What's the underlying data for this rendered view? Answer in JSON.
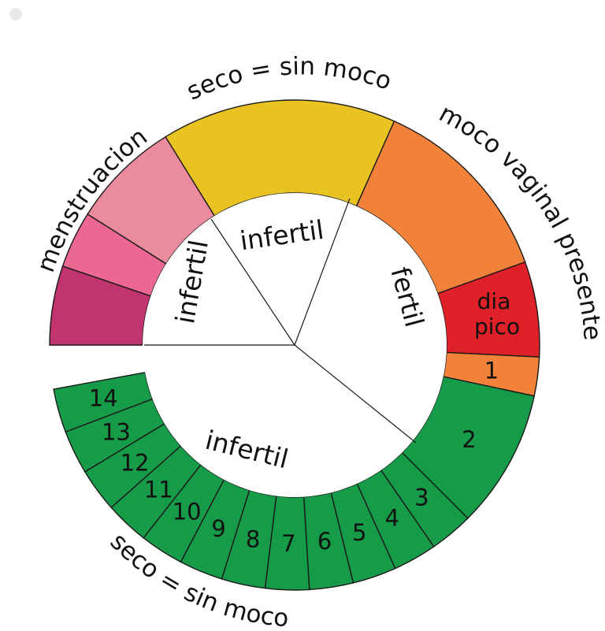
{
  "diagram": {
    "outer_labels": {
      "top": "seco = sin moco",
      "left": "menstruacion",
      "right": "moco vaginal presente",
      "bottom": "seco = sin moco"
    },
    "inner_labels": {
      "top": "infertil",
      "left": "infertil",
      "right": "fertil",
      "bottom": "infertil"
    },
    "peak_day": [
      "dia",
      "pico"
    ],
    "segments": [
      {
        "name": "menstruation-1",
        "color": "#c2346f"
      },
      {
        "name": "menstruation-2",
        "color": "#ec6893"
      },
      {
        "name": "menstruation-3",
        "color": "#eb8c9e"
      },
      {
        "name": "dry-top",
        "color": "#e8c322"
      },
      {
        "name": "mucus",
        "color": "#f2823a"
      },
      {
        "name": "peak-day",
        "color": "#de2028"
      },
      {
        "name": "post-peak-1",
        "color": "#f2823a",
        "label": "1"
      },
      {
        "name": "dry-2",
        "color": "#169b48",
        "label": "2"
      },
      {
        "name": "dry-3",
        "color": "#169b48",
        "label": "3"
      },
      {
        "name": "dry-4",
        "color": "#169b48",
        "label": "4"
      },
      {
        "name": "dry-5",
        "color": "#169b48",
        "label": "5"
      },
      {
        "name": "dry-6",
        "color": "#169b48",
        "label": "6"
      },
      {
        "name": "dry-7",
        "color": "#169b48",
        "label": "7"
      },
      {
        "name": "dry-8",
        "color": "#169b48",
        "label": "8"
      },
      {
        "name": "dry-9",
        "color": "#169b48",
        "label": "9"
      },
      {
        "name": "dry-10",
        "color": "#169b48",
        "label": "10"
      },
      {
        "name": "dry-11",
        "color": "#169b48",
        "label": "11"
      },
      {
        "name": "dry-12",
        "color": "#169b48",
        "label": "12"
      },
      {
        "name": "dry-13",
        "color": "#169b48",
        "label": "13"
      },
      {
        "name": "dry-14",
        "color": "#169b48",
        "label": "14"
      }
    ]
  }
}
